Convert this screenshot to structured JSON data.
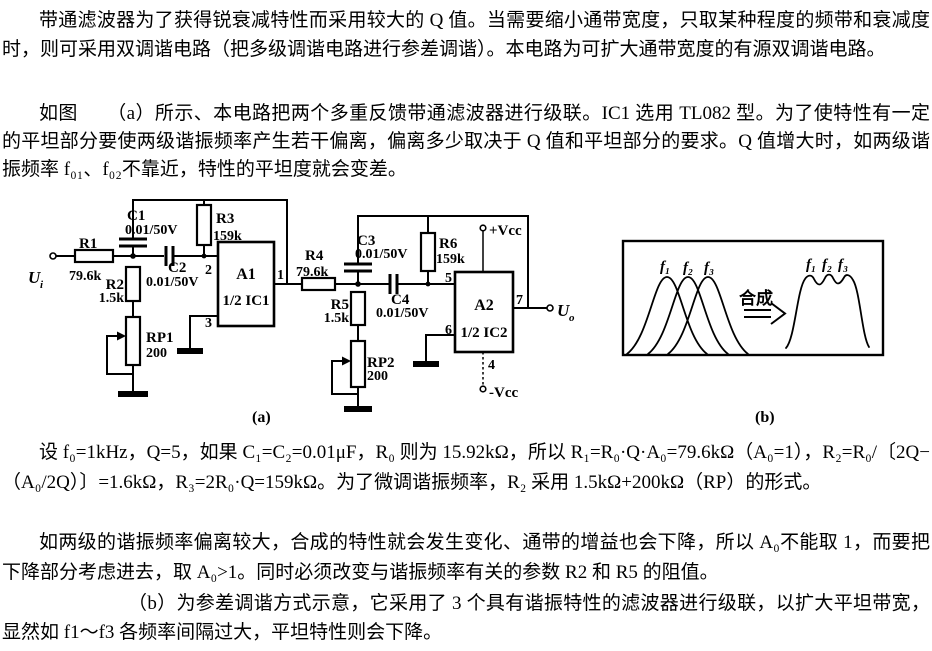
{
  "paragraphs": {
    "p1": "带通滤波器为了获得锐衰减特性而采用较大的 Q 值。当需要缩小通带宽度，只取某种程度的频带和衰减度时，则可采用双调谐电路（把多级调谐电路进行参差调谐）。本电路为可扩大通带宽度的有源双调谐电路。",
    "p2": "如图　　（a）所示、本电路把两个多重反馈带通滤波器进行级联。IC1 选用 TL082 型。为了使特性有一定的平坦部分要使两级谐振频率产生若干偏离，偏离多少取决于 Q 值和平坦部分的要求。Q 值增大时，如两级谐振频率 f₀₁、f₀₂不靠近，特性的平坦度就会变差。",
    "p3": "设 f₀=1kHz，Q=5，如果 C₁=C₂=0.01μF，R₀ 则为 15.92kΩ，所以 R₁=R₀·Q·A₀=79.6kΩ（A₀=1），R₂=R₀/〔2Q−（A₀/2Q）〕=1.6kΩ，R₃=2R₀·Q=159kΩ。为了微调谐振频率，R₂ 采用 1.5kΩ+200kΩ（RP）的形式。",
    "p4": "如两级的谐振频率偏离较大，合成的特性就会发生变化、通带的增益也会下降，所以 A₀不能取 1，而要把下降部分考虑进去，取 A₀>1。同时必须改变与谐振频率有关的参数 R2 和 R5 的阻值。",
    "p5": "（b）为参差调谐方式示意，它采用了 3 个具有谐振特性的滤波器进行级联，以扩大平坦带宽，显然如 f1～f3 各频率间隔过大，平坦特性则会下降。"
  },
  "figure_a": {
    "caption": "(a)",
    "ui_label": "U",
    "ui_sub": "i",
    "uo_label": "U",
    "uo_sub": "o",
    "r1_name": "R1",
    "r1_value": "79.6k",
    "r2_name": "R2",
    "r2_value": "1.5k",
    "r3_name": "R3",
    "r3_value": "159k",
    "rp1_name": "RP1",
    "rp1_value": "200",
    "c1_name": "C1",
    "c1_value": "0.01/50V",
    "c2_name": "C2",
    "c2_value": "0.01/50V",
    "a1_name": "A1",
    "a1_ic": "1/2 IC1",
    "pin1": "1",
    "pin2": "2",
    "pin3": "3",
    "r4_name": "R4",
    "r4_value": "79.6k",
    "r5_name": "R5",
    "r5_value": "1.5k",
    "r6_name": "R6",
    "r6_value": "159k",
    "rp2_name": "RP2",
    "rp2_value": "200",
    "c3_name": "C3",
    "c3_value": "0.01/50V",
    "c4_name": "C4",
    "c4_value": "0.01/50V",
    "a2_name": "A2",
    "a2_ic": "1/2 IC2",
    "pin4": "4",
    "pin5": "5",
    "pin6": "6",
    "pin7": "7",
    "vcc_pos": "+Vcc",
    "vcc_neg": "-Vcc"
  },
  "figure_b": {
    "caption": "(b)",
    "left_labels": [
      "f₁",
      "f₂",
      "f₃"
    ],
    "right_labels": [
      "f₁",
      "f₂",
      "f₃"
    ],
    "arrow_label": "合成"
  }
}
